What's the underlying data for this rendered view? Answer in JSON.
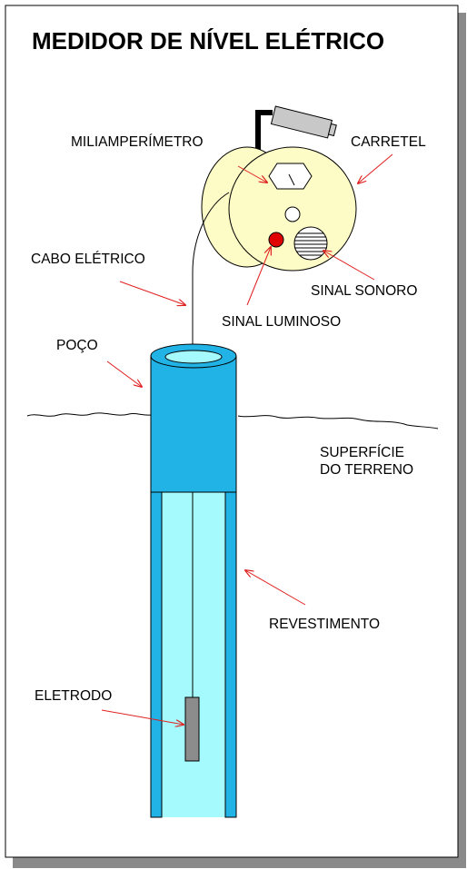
{
  "title": "MEDIDOR DE NÍVEL ELÉTRICO",
  "labels": {
    "miliamperimetro": "MILIAMPERÍMETRO",
    "carretel": "CARRETEL",
    "cabo_eletrico": "CABO ELÉTRICO",
    "sinal_sonoro": "SINAL SONORO",
    "sinal_luminoso": "SINAL LUMINOSO",
    "poco": "POÇO",
    "superficie_line1": "SUPERFÍCIE",
    "superficie_line2": "DO TERRENO",
    "revestimento": "REVESTIMENTO",
    "eletrodo": "ELETRODO"
  },
  "colors": {
    "well_dark": "#22b3e6",
    "well_light": "#a5fafd",
    "reel": "#fdfbc6",
    "arrow": "#e02020",
    "luminous_signal": "#e00000",
    "electrode": "#8c8c8c",
    "shadow": "#8a8a8a"
  }
}
